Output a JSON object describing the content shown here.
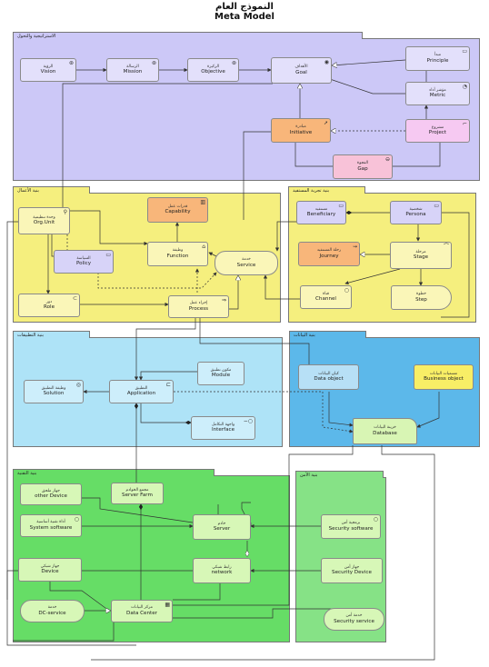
{
  "title_ar": "النموذج العام",
  "title_en": "Meta Model",
  "groups": {
    "strategy": "الاستراتيجية والتحول",
    "business": "بنية الأعمال",
    "cx": "بنية تجربة المستفيد",
    "apps": "بنية التطبيقات",
    "data": "بنية البيانات",
    "tech": "بنية التقنية",
    "security": "بنية الأمن"
  },
  "nodes": {
    "vision": {
      "ar": "الرؤية",
      "en": "Vision",
      "icon": "gear-icon"
    },
    "mission": {
      "ar": "الرسالة",
      "en": "Mission",
      "icon": "gear-icon"
    },
    "objective": {
      "ar": "الركيزة",
      "en": "Objective",
      "icon": "gear-icon"
    },
    "goal": {
      "ar": "الأهداف",
      "en": "Goal",
      "icon": "target-icon"
    },
    "principle": {
      "ar": "مبدأ",
      "en": "Principle",
      "icon": "document-icon"
    },
    "metric": {
      "ar": "مؤشر أداء",
      "en": "Metric",
      "icon": "gauge-icon"
    },
    "initiative": {
      "ar": "مبادرة",
      "en": "Initiative",
      "icon": "arrow-icon"
    },
    "project": {
      "ar": "مشروع",
      "en": "Project",
      "icon": "project-icon"
    },
    "gap": {
      "ar": "الفجوة",
      "en": "Gap",
      "icon": "gap-icon"
    },
    "orgunit": {
      "ar": "وحدة تنظيمية",
      "en": "Org.Unit",
      "icon": "actor-icon"
    },
    "capability": {
      "ar": "قدرات عمل",
      "en": "Capability",
      "icon": "bars-icon"
    },
    "policy": {
      "ar": "السياسة",
      "en": "Policy",
      "icon": "policy-icon"
    },
    "function": {
      "ar": "وظيفة",
      "en": "Function",
      "icon": "chevron-icon"
    },
    "service": {
      "ar": "خدمة",
      "en": "Service",
      "icon": ""
    },
    "role": {
      "ar": "دور",
      "en": "Role",
      "icon": "role-icon"
    },
    "process": {
      "ar": "إجراء عمل",
      "en": "Process",
      "icon": "arrow-icon"
    },
    "beneficiary": {
      "ar": "مستفيد",
      "en": "Beneficiary",
      "icon": "user-icon"
    },
    "persona": {
      "ar": "شخصية",
      "en": "Persona",
      "icon": "user-icon"
    },
    "journey": {
      "ar": "رحلة المستفيد",
      "en": "Journey",
      "icon": "route-icon"
    },
    "stage": {
      "ar": "مرحلة",
      "en": "Stage",
      "icon": "stage-icon"
    },
    "channel": {
      "ar": "قناة",
      "en": "Channel",
      "icon": "circle-icon"
    },
    "step": {
      "ar": "خطوة",
      "en": "Step",
      "icon": ""
    },
    "solution": {
      "ar": "وظيفة التطبيق",
      "en": "Solution",
      "icon": "ring-icon"
    },
    "module": {
      "ar": "مكون تطبيق",
      "en": "Module",
      "icon": ""
    },
    "application": {
      "ar": "التطبيق",
      "en": "Application",
      "icon": "component-icon"
    },
    "interface": {
      "ar": "واجهة التكامل",
      "en": "Interface",
      "icon": "interface-icon"
    },
    "dataobject": {
      "ar": "كيان البيانات",
      "en": "Data object",
      "icon": ""
    },
    "businessobject": {
      "ar": "مسميات البيانات",
      "en": "Business object",
      "icon": ""
    },
    "database": {
      "ar": "خزينة البيانات",
      "en": "Database",
      "icon": ""
    },
    "otherdevice": {
      "ar": "جهاز ملحق",
      "en": "other Device",
      "icon": ""
    },
    "serverfarm": {
      "ar": "مجمع الخوادم",
      "en": "Server Farm",
      "icon": ""
    },
    "systemsoftware": {
      "ar": "أداة تقنية أساسية",
      "en": "System software",
      "icon": "circle-icon"
    },
    "server": {
      "ar": "خادم",
      "en": "Server",
      "icon": ""
    },
    "device": {
      "ar": "جهاز شبكي",
      "en": "Device",
      "icon": ""
    },
    "network": {
      "ar": "رابط شبكي",
      "en": "network",
      "icon": ""
    },
    "dcservice": {
      "ar": "خدمة",
      "en": "DC-service",
      "icon": ""
    },
    "datacenter": {
      "ar": "مركز البيانات",
      "en": "Data Center",
      "icon": "building-icon"
    },
    "securitysoftware": {
      "ar": "برمجية أمن",
      "en": "Security software",
      "icon": "circle-icon"
    },
    "securitydevice": {
      "ar": "جهاز أمن",
      "en": "Security Device",
      "icon": ""
    },
    "securityservice": {
      "ar": "خدمة أمن",
      "en": "Security service",
      "icon": ""
    }
  },
  "colors": {
    "strategy_bg": "#ccc8f7",
    "strategy_node": "#e3e0fb",
    "business_bg": "#f5ef7e",
    "business_node": "#faf6b8",
    "capability": "#f8b67a",
    "policy_node": "#d7d3f8",
    "apps_bg": "#aee3f7",
    "apps_node": "#cdeefb",
    "data_bg": "#5cb8ea",
    "data_node": "#b7e0f6",
    "bizobj": "#f8ee66",
    "database": "#d8f5b4",
    "tech_bg": "#66dd66",
    "tech_node": "#d7f7b7",
    "security_bg": "#86e286",
    "project": "#f6c9f2",
    "gap": "#f8c2d8"
  }
}
